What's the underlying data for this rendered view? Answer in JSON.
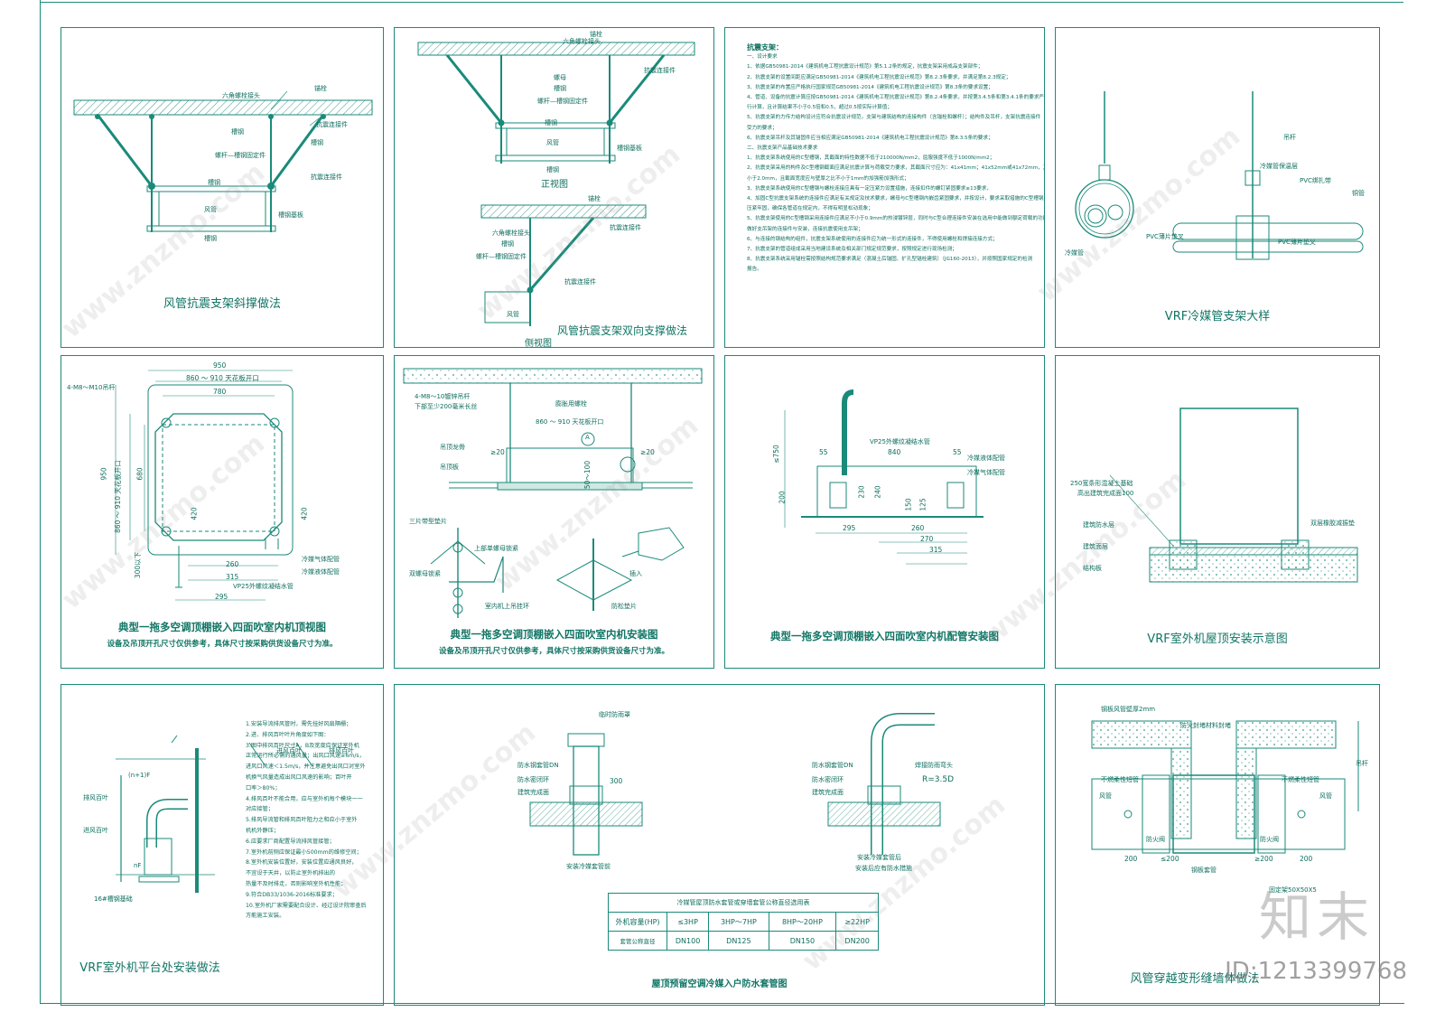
{
  "panels": {
    "p1": {
      "title": "风管抗震支架斜撑做法",
      "labels": [
        "锚栓",
        "六角螺栓接头",
        "抗震连接件",
        "槽钢",
        "螺杆—槽钢固定件",
        "槽钢",
        "抗震连接件",
        "槽钢",
        "风管",
        "槽钢基板",
        "槽钢"
      ]
    },
    "p2": {
      "title": "风管抗震支架双向支撑做法",
      "front_view": "正视图",
      "side_view": "侧视图",
      "labels": [
        "锚栓",
        "六角螺栓接头",
        "抗震连接件",
        "螺母",
        "槽钢",
        "螺杆—槽钢固定件",
        "槽钢",
        "风管",
        "槽钢基板",
        "槽钢",
        "锚栓",
        "六角螺栓接头",
        "槽钢",
        "抗震连接件",
        "螺杆—槽钢固定件",
        "抗震连接件",
        "风管"
      ]
    },
    "p3": {
      "heading": "抗震支架：",
      "lines": [
        "一、设计要求",
        "1、依据GB50981-2014《建筑机电工程抗震设计规范》第5.1.2条的规定，抗震支架采用成品支架部件；",
        "2、抗震支架的设置间距应满足GB50981-2014《建筑机电工程抗震设计规范》第8.2.3条要求，并满足第8.2.3规定；",
        "3、抗震支架的布置应严格执行国家规范GB50981-2014《建筑机电工程抗震设计规范》第8.3条的要求设置；",
        "4、管道、设备的抗震计算应按GB50981-2014《建筑机电工程抗震设计规范》第8.2.4条要求，并按第3.4.5条和第3.4.1条的要求严格执行",
        "行计算，且计算结果不小于0.5倍和0.5，超过0.5按实际计算值；",
        "5、抗震支架的力传力结构设计应符合抗震设计规范，支架与建筑结构的连接构件（含锚栓和螺杆）；结构件及吊杆，支架抗震连接件",
        "受力的要求；",
        "6、抗震支架吊杆及其锚固件应当相应满足GB50981-2014《建筑机电工程抗震设计规范》第8.3.5条的要求；",
        "二、抗震支架产品基础技术要求",
        "1、抗震支架系统使用的C型槽钢，其截面的特性数据不低于210000N/mm2，屈服强度不低于1000N/mm2；",
        "2、抗震支架采用的构件及C型槽钢截面应满足抗震计算与荷载受力要求，其截面尺寸应为：41x41mm；41x52mm或41x72mm，其壁厚不",
        "小于2.0mm，且截面宽度应与壁厚之比不小于1mm的加强筋加强形式；",
        "3、抗震支架系统使用的C型槽钢与螺栓连接应具有一定压紧力设置措施，连接扣件的螺钉紧固要求≥13要求，",
        "4、加固C型抗震支架系统的连接件应满足有关规定及技术要求，螺母与C型槽钢内嵌齿紧固要求，并按设计，要求采取措施的C型槽钢应",
        "压紧牢固，确保各管道在规定内，不得有明显松动现象；",
        "5、抗震支架使用的C型槽钢采用连接件应满足不小于0.9mm的热浸镀锌层，同时与C型合理连接件安装在选用中能做到额定荷载的功能，以",
        "做好支吊架的连接件与安装，连接抗震使用支吊架；",
        "6、与连接的钢结构的组件，抗震支架系统使用的连接件应为统一形式的连接件，不得使用螺栓和焊接连接方式；",
        "7、抗震支架的管道组成采用当地建设系统及相关部门规定规范要求，按照规定进行现场检测；",
        "8、抗震支架系统采用锚栓需按照结构规范要求满足（混凝土后锚固、扩孔型锚栓建筑）（JG160-2013），并按照国家规定的检测",
        "报告。"
      ]
    },
    "p4": {
      "title": "VRF冷媒管支架大样",
      "labels": [
        "吊杆",
        "冷媒管保温层",
        "PVC绑扎带",
        "铜管",
        "PVC薄片垫叉",
        "PVC薄片垫叉",
        "冷媒管"
      ]
    },
    "p5": {
      "title": "典型一拖多空调顶棚嵌入四面吹室内机顶视图",
      "subtitle": "设备及吊顶开孔尺寸仅供参考，具体尺寸按采购供货设备尺寸为准。",
      "labels": [
        "4-M8～M10吊杆",
        "冷媒气体配管",
        "冷媒液体配管",
        "VP25外螺纹凝结水管"
      ],
      "dims": [
        "950",
        "860 ～ 910 天花板开口",
        "780",
        "950",
        "680",
        "860 ～ 910 天花板开口",
        "420",
        "420",
        "260",
        "315",
        "295",
        "300以下"
      ]
    },
    "p6": {
      "title": "典型一拖多空调顶棚嵌入四面吹室内机安装图",
      "subtitle": "设备及吊顶开孔尺寸仅供参考，具体尺寸按采购供货设备尺寸为准。",
      "labels": [
        "4-M8～10镀锌吊杆",
        "下部至少200毫米长丝",
        "膨胀用螺栓",
        "860 ～ 910 天花板开口",
        "吊顶龙骨",
        "吊顶板",
        "三片带型垫片",
        "上部单螺母锁紧",
        "双螺母锁紧",
        "室内机上吊挂环",
        "插入",
        "防松垫片"
      ],
      "dims": [
        "≥20",
        "≥20",
        "50～100"
      ],
      "callout": "A"
    },
    "p7": {
      "title": "典型一拖多空调顶棚嵌入四面吹室内机配管安装图",
      "labels": [
        "VP25外螺纹凝结水管",
        "冷媒液体配管",
        "冷媒气体配管"
      ],
      "dims": [
        "≤750",
        "55",
        "840",
        "55",
        "200",
        "230",
        "240",
        "150",
        "125",
        "295",
        "260",
        "270",
        "315"
      ]
    },
    "p8": {
      "title": "VRF室外机屋顶安装示意图",
      "labels": [
        "250宽条形混凝土基础",
        "高出建筑完成面100",
        "建筑防水层",
        "建筑面层",
        "结构板",
        "双层橡胶减振垫"
      ]
    },
    "p9": {
      "title": "VRF室外机平台处安装做法",
      "labels": [
        "(n+1)F",
        "排风百叶",
        "进风百叶",
        "nF",
        "16#槽钢基础",
        "进风百叶",
        "排风百叶"
      ],
      "notes": [
        "1.安装导流排风管时，需先挂好风扇隔栅；",
        "2.进、排风百叶叶片角度如下图：",
        "",
        "",
        "3.图中排风百叶尺寸A，B及宽度应保证室外机",
        "正常运行所必需的通风量；出风口风速≥6m/s，",
        "进风口风速＜1.5m/s，并注意避免出风口对室外",
        "机换气风量造成出风口风速的影响；百叶开",
        "口率＞80%；",
        "4.排风百叶不能合用，应与室外机每个模块一一",
        "对应接管；",
        "5.排风导流管和排风百叶阻力之和应小于室外",
        "机机外静压；",
        "6.应要求厂商配置导流排风管接管；",
        "7.室外机前侧应保证最小500mm的维修空间；",
        "8.室外机安装位置好，安装位置应通风良好，",
        "不宜设于天井，以防止室外机排出的",
        "热量不及时排走，否则影响室外机性能；",
        "9.符合DB33/1036-2016标准要求；",
        "10.室外机厂家需要配合设计、经过设计院审查后",
        "方能施工安装。"
      ]
    },
    "p10": {
      "title": "屋顶预留空调冷媒入户防水套管图",
      "left_labels": [
        "临时防雨罩",
        "防水钢套管DN",
        "防水密闭环",
        "建筑完成面",
        "300"
      ],
      "left_caption": "安装冷媒套管前",
      "right_labels": [
        "防水钢套管DN",
        "防水密闭环",
        "建筑完成面",
        "焊接防雨弯头",
        "R=3.5D"
      ],
      "right_caption1": "安装冷媒套管后",
      "right_caption2": "安装后应有防水措施",
      "table": {
        "caption": "冷媒管屋顶防水套管或穿墙套管公称直径选用表",
        "row1_head": "外机容量(HP)",
        "row1": [
          "≤3HP",
          "3HP～7HP",
          "8HP～20HP",
          "≥22HP"
        ],
        "row2_head": "套管公称直径",
        "row2": [
          "DN100",
          "DN125",
          "DN150",
          "DN200"
        ]
      }
    },
    "p11": {
      "title": "风管穿越变形缝墙体做法",
      "labels": [
        "钢板风管壁厚2mm",
        "防火封堵材料封堵",
        "吊杆",
        "不燃柔性短管",
        "不燃柔性短管",
        "风管",
        "风管",
        "防火阀",
        "防火阀",
        "钢板套管",
        "固定架50X50X5"
      ],
      "dims": [
        "200",
        "≤200",
        "≥200",
        "200"
      ]
    }
  },
  "watermark": {
    "brand": "知末",
    "url": "www.znzmo.com",
    "id_text": "ID:1213399768"
  },
  "colors": {
    "line": "#1a8a7a",
    "text": "#0d6e5e",
    "hatch": "#3a9a8a"
  }
}
